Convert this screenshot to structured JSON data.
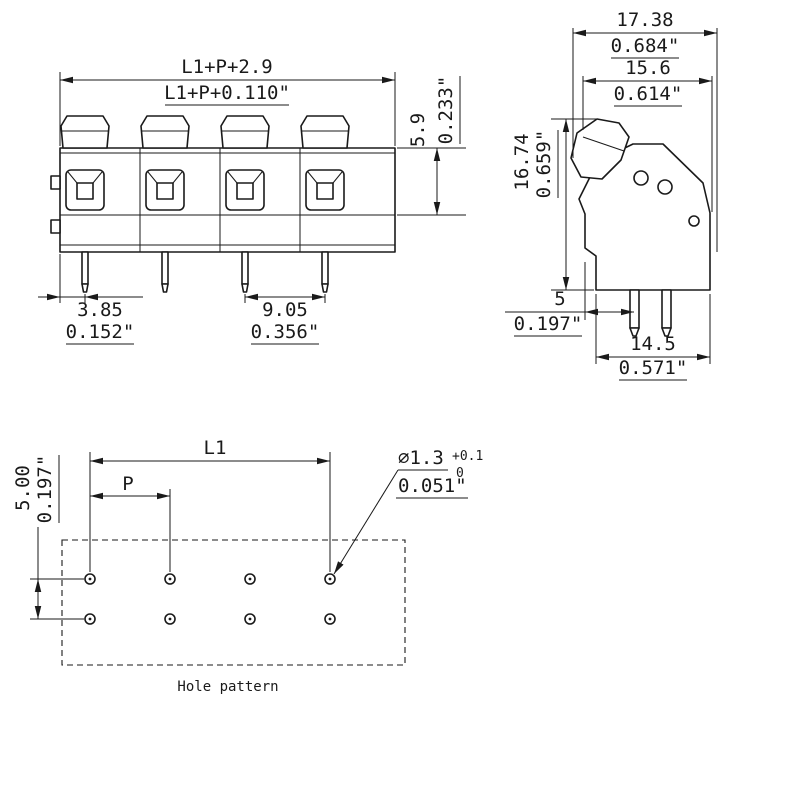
{
  "front_view": {
    "overall_mm": "L1+P+2.9",
    "overall_inch": "L1+P+0.110\"",
    "height_mm": "5.9",
    "height_inch": "0.233\"",
    "offset_mm": "3.85",
    "offset_inch": "0.152\"",
    "spacing_mm": "9.05",
    "spacing_inch": "0.356\""
  },
  "side_view": {
    "overall_mm": "17.38",
    "overall_inch": "0.684\"",
    "inner_mm": "15.6",
    "inner_inch": "0.614\"",
    "height_mm": "16.74",
    "height_inch": "0.659\"",
    "pin_mm": "5",
    "pin_inch": "0.197\"",
    "base_mm": "14.5",
    "base_inch": "0.571\""
  },
  "hole_pattern": {
    "l1_label": "L1",
    "p_label": "P",
    "row_mm": "5.00",
    "row_inch": "0.197\"",
    "dia": "⌀1.3",
    "dia_tol_upper": "+0.1",
    "dia_tol_lower": "0",
    "dia_inch": "0.051\"",
    "caption": "Hole pattern"
  }
}
